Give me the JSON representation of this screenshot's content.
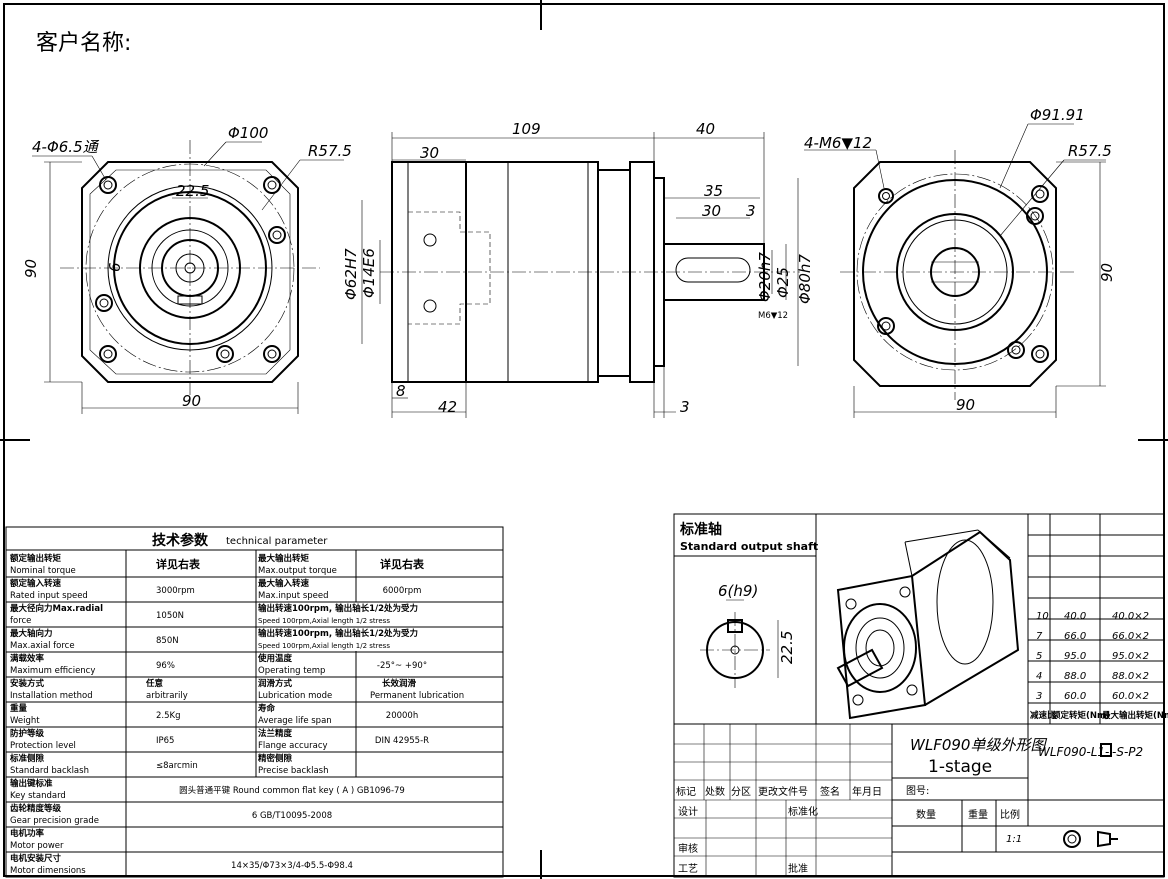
{
  "title": {
    "customer_label": "客户名称:"
  },
  "dims": {
    "front": {
      "holes": "4-Φ6.5通",
      "d100": "Φ100",
      "r57": "R57.5",
      "d22": "22.5",
      "six": "6",
      "h90": "90",
      "w90": "90"
    },
    "side": {
      "l109": "109",
      "l40": "40",
      "l30": "30",
      "l35": "35",
      "l30b": "30",
      "l3a": "3",
      "d62": "Φ62H7",
      "d14": "Φ14E6",
      "d20": "Φ20h7",
      "d25": "Φ25",
      "d80": "Φ80h7",
      "m6": "M6▼12",
      "l8": "8",
      "l42": "42",
      "l3b": "3"
    },
    "rear": {
      "threads": "4-M6▼12",
      "d91": "Φ91.91",
      "r57": "R57.5",
      "h90": "90",
      "w90": "90"
    }
  },
  "tech": {
    "title": "技术参数",
    "title_en": "technical parameter",
    "rows": [
      {
        "l_cn": "额定输出转矩",
        "l_en": "Nominal torque",
        "l_val": "详见右表",
        "r_cn": "最大输出转矩",
        "r_en": "Max.output torque",
        "r_val": "详见右表"
      },
      {
        "l_cn": "额定输入转速",
        "l_en": "Rated input speed",
        "l_val": "3000rpm",
        "r_cn": "最大输入转速",
        "r_en": "Max.input speed",
        "r_val": "6000rpm"
      },
      {
        "l_cn": "最大径向力Max.radial",
        "l_en": "force",
        "l_val": "1050N",
        "r_cn": "输出转速100rpm, 输出轴长1/2处为受力",
        "r_en": "Speed 100rpm,Axial length 1/2 stress",
        "r_val": ""
      },
      {
        "l_cn": "最大轴向力",
        "l_en": "Max.axial force",
        "l_val": "850N",
        "r_cn": "输出转速100rpm, 输出轴长1/2处为受力",
        "r_en": "Speed 100rpm,Axial length 1/2 stress",
        "r_val": ""
      },
      {
        "l_cn": "满载效率",
        "l_en": "Maximum efficiency",
        "l_val": "96%",
        "r_cn": "使用温度",
        "r_en": "Operating temp",
        "r_val": "-25°~ +90°"
      },
      {
        "l_cn": "安装方式",
        "l_en": "Installation method",
        "l_val": "任意",
        "l_val2": "arbitrarily",
        "r_cn": "润滑方式",
        "r_en": "Lubrication mode",
        "r_val": "长效润滑",
        "r_val2": "Permanent lubrication"
      },
      {
        "l_cn": "重量",
        "l_en": "Weight",
        "l_val": "2.5Kg",
        "r_cn": "寿命",
        "r_en": "Average life span",
        "r_val": "20000h"
      },
      {
        "l_cn": "防护等级",
        "l_en": "Protection level",
        "l_val": "IP65",
        "r_cn": "法兰精度",
        "r_en": "Flange accuracy",
        "r_val": "DIN 42955-R"
      },
      {
        "l_cn": "标准侧隙",
        "l_en": "Standard backlash",
        "l_val": "≤8arcmin",
        "r_cn": "精密侧隙",
        "r_en": "Precise backlash",
        "r_val": ""
      }
    ],
    "wide_rows": [
      {
        "cn": "输出键标准",
        "en": "Key standard",
        "val": "圆头普通平键 Round common flat key ( A ) GB1096-79"
      },
      {
        "cn": "齿轮精度等级",
        "en": "Gear precision grade",
        "val": "6 GB/T10095-2008"
      },
      {
        "cn": "电机功率",
        "en": "Motor power",
        "val": ""
      },
      {
        "cn": "电机安装尺寸",
        "en": "Motor dimensions",
        "val": "14×35/Φ73×3/4-Φ5.5-Φ98.4"
      }
    ]
  },
  "shaft": {
    "title": "标准轴",
    "title_en": "Standard output shaft",
    "key": "6(h9)",
    "height": "22.5"
  },
  "ratios": {
    "rows": [
      {
        "ratio": "10",
        "nominal": "40.0",
        "max": "40.0×2"
      },
      {
        "ratio": "7",
        "nominal": "66.0",
        "max": "66.0×2"
      },
      {
        "ratio": "5",
        "nominal": "95.0",
        "max": "95.0×2"
      },
      {
        "ratio": "4",
        "nominal": "88.0",
        "max": "88.0×2"
      },
      {
        "ratio": "3",
        "nominal": "60.0",
        "max": "60.0×2"
      }
    ],
    "h_ratio": "减速比",
    "h_nominal": "额定转矩(Nm)",
    "h_max": "最大输出转矩(Nm)"
  },
  "titleblock": {
    "drawing_name": "WLF090单级外形图",
    "stage": "1-stage",
    "model_prefix": "WLF090-L1-",
    "model_suffix": "-S-P2",
    "rev_headers": [
      "标记",
      "处数",
      "分区",
      "更改文件号",
      "签名",
      "年月日"
    ],
    "design": "设计",
    "standard": "标准化",
    "drawing_no": "图号:",
    "qty": "数量",
    "weight": "重量",
    "scale": "比例",
    "scale_val": "1:1",
    "check": "审核",
    "process": "工艺",
    "approve": "批准"
  }
}
